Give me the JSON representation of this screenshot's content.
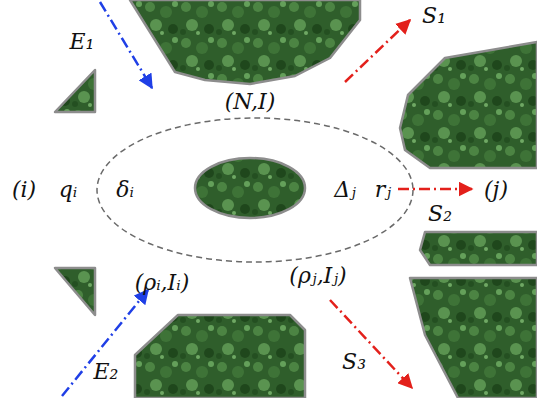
{
  "diagram": {
    "labels": [
      "E₁",
      "(N,I)",
      "S₁",
      "(i)",
      "qᵢ",
      "δᵢ",
      "Δⱼ",
      "rⱼ",
      "(j)",
      "S₂",
      "(ρᵢ,Iᵢ)",
      "(ρⱼ,Iⱼ)",
      "E₂",
      "S₃"
    ]
  }
}
